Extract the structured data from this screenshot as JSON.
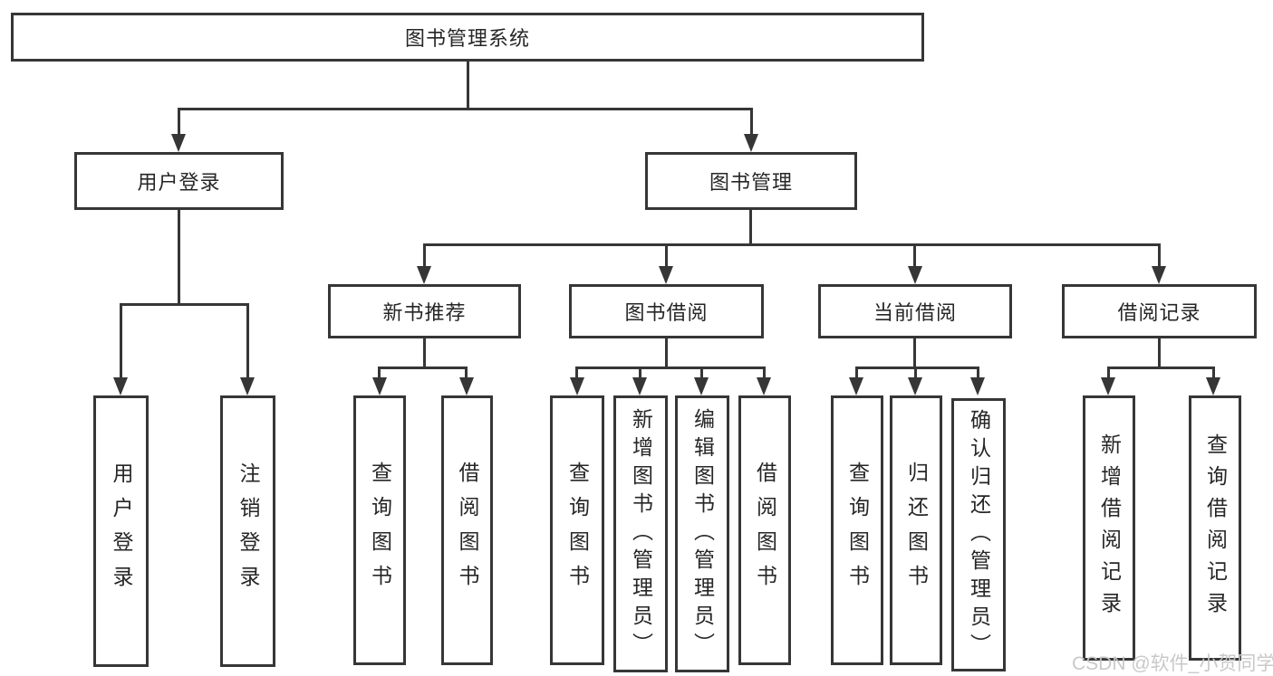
{
  "diagram": {
    "root": "图书管理系统",
    "user_login": {
      "label": "用户登录",
      "children": [
        "用户登录",
        "注销登录"
      ]
    },
    "book_management": {
      "label": "图书管理",
      "sections": {
        "new_book_recommend": {
          "label": "新书推荐",
          "children": [
            "查询图书",
            "借阅图书"
          ]
        },
        "book_borrow": {
          "label": "图书借阅",
          "children": [
            "查询图书",
            "新增图书（管理员）",
            "编辑图书（管理员）",
            "借阅图书"
          ]
        },
        "current_borrow": {
          "label": "当前借阅",
          "children": [
            "查询图书",
            "归还图书",
            "确认归还（管理员）"
          ]
        },
        "borrow_records": {
          "label": "借阅记录",
          "children": [
            "新增借阅记录",
            "查询借阅记录"
          ]
        }
      }
    },
    "watermark": "CSDN @软件_小贺同学"
  },
  "colors": {
    "line": "#363636",
    "text": "#262626",
    "background": "#ffffff",
    "watermark": "#c6c6c6"
  }
}
